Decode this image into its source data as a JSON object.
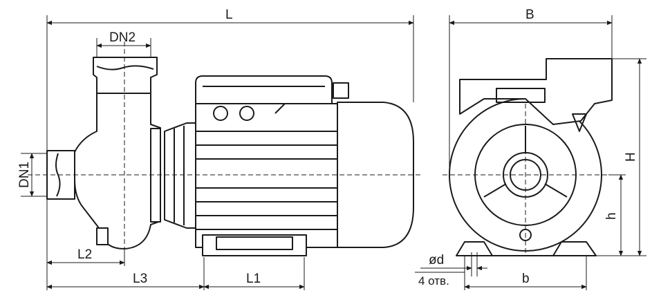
{
  "dimensions": {
    "L": "L",
    "B": "B",
    "DN2": "DN2",
    "DN1": "DN1",
    "L2": "L2",
    "L3": "L3",
    "L1": "L1",
    "H": "H",
    "h": "h",
    "b": "b",
    "d": "ød",
    "holes": "4 отв."
  }
}
